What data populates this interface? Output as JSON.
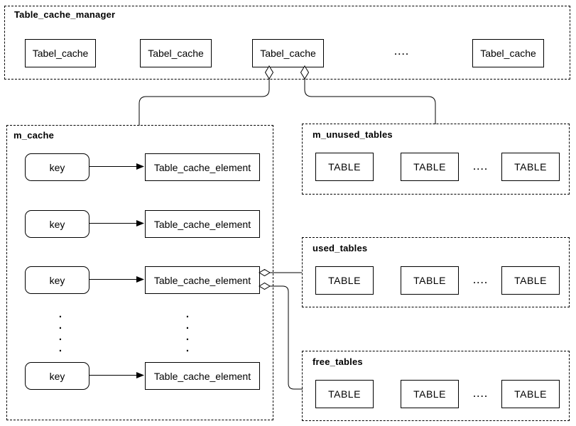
{
  "manager": {
    "title": "Table_cache_manager",
    "boxes": [
      "Tabel_cache",
      "Tabel_cache",
      "Tabel_cache",
      "Tabel_cache"
    ],
    "ellipsis": "...."
  },
  "m_cache": {
    "title": "m_cache",
    "rows": [
      {
        "key": "key",
        "element": "Table_cache_element"
      },
      {
        "key": "key",
        "element": "Table_cache_element"
      },
      {
        "key": "key",
        "element": "Table_cache_element"
      },
      {
        "key": "key",
        "element": "Table_cache_element"
      }
    ],
    "vertical_dots": ".\n.\n.\n."
  },
  "m_unused_tables": {
    "title": "m_unused_tables",
    "tables": [
      "TABLE",
      "TABLE",
      "TABLE"
    ],
    "ellipsis": "...."
  },
  "used_tables": {
    "title": "used_tables",
    "tables": [
      "TABLE",
      "TABLE",
      "TABLE"
    ],
    "ellipsis": "...."
  },
  "free_tables": {
    "title": "free_tables",
    "tables": [
      "TABLE",
      "TABLE",
      "TABLE"
    ],
    "ellipsis": "...."
  },
  "colors": {
    "stroke": "#000000",
    "fill": "#ffffff",
    "text": "#000000",
    "background": "#ffffff"
  }
}
